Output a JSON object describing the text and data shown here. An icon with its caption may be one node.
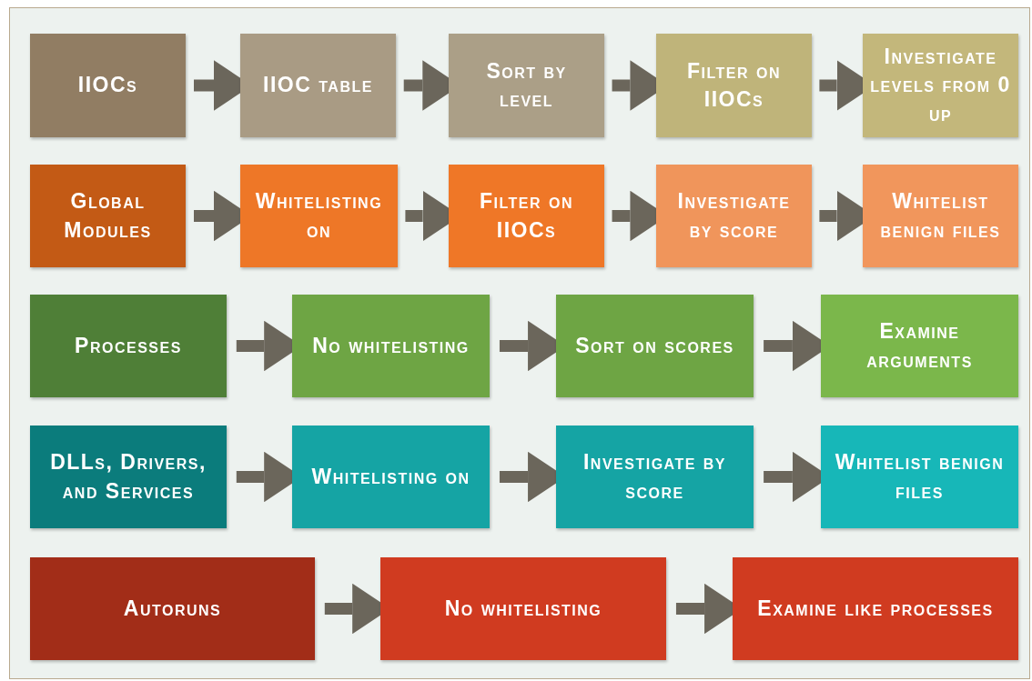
{
  "diagram": {
    "nodes": [
      {
        "text": [
          "IIOCs"
        ]
      },
      {
        "text": [
          "IIOC table"
        ]
      },
      {
        "text": [
          "Sort by level"
        ]
      },
      {
        "text": [
          "Filter on IIOCs"
        ]
      },
      {
        "text": [
          "Investigate levels from 0 up"
        ]
      },
      {
        "text": [
          "Global Modules"
        ]
      },
      {
        "text": [
          "Whitelisting on"
        ]
      },
      {
        "text": [
          "Filter on IIOCs"
        ]
      },
      {
        "text": [
          "Investigate by score"
        ]
      },
      {
        "text": [
          "Whitelist benign files"
        ]
      },
      {
        "text": [
          "Processes"
        ]
      },
      {
        "text": [
          "No whitelisting"
        ]
      },
      {
        "text": [
          "Sort on scores"
        ]
      },
      {
        "text": [
          "Examine arguments"
        ]
      },
      {
        "text": [
          "DLLs, Drivers, and Services"
        ]
      },
      {
        "text": [
          "Whitelisting on"
        ]
      },
      {
        "text": [
          "Investigate by score"
        ]
      },
      {
        "text": [
          "Whitelist benign files"
        ]
      },
      {
        "text": [
          "Autoruns"
        ]
      },
      {
        "text": [
          "No whitelisting"
        ]
      },
      {
        "text": [
          "Examine like processes"
        ]
      }
    ],
    "edges": [
      {
        "from": 0,
        "to": 1,
        "arrow": "to"
      },
      {
        "from": 1,
        "to": 2,
        "arrow": "to"
      },
      {
        "from": 2,
        "to": 3,
        "arrow": "to"
      },
      {
        "from": 3,
        "to": 4,
        "arrow": "to"
      },
      {
        "from": 5,
        "to": 6,
        "arrow": "to"
      },
      {
        "from": 6,
        "to": 7,
        "arrow": "to"
      },
      {
        "from": 7,
        "to": 8,
        "arrow": "to"
      },
      {
        "from": 8,
        "to": 9,
        "arrow": "to"
      },
      {
        "from": 10,
        "to": 11,
        "arrow": "to"
      },
      {
        "from": 11,
        "to": 12,
        "arrow": "to"
      },
      {
        "from": 12,
        "to": 13,
        "arrow": "to"
      },
      {
        "from": 14,
        "to": 15,
        "arrow": "to"
      },
      {
        "from": 15,
        "to": 16,
        "arrow": "to"
      },
      {
        "from": 16,
        "to": 17,
        "arrow": "to"
      },
      {
        "from": 18,
        "to": 19,
        "arrow": "to"
      },
      {
        "from": 19,
        "to": 20,
        "arrow": "to"
      }
    ]
  }
}
